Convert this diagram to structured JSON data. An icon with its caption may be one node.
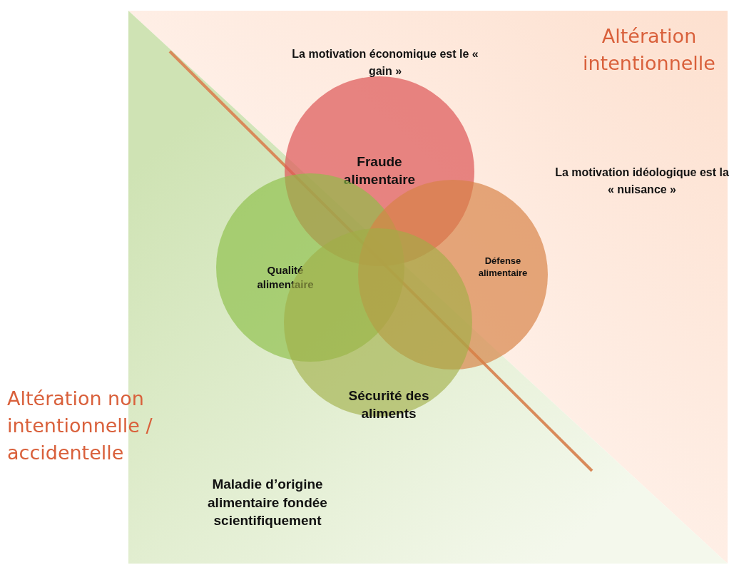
{
  "diagram": {
    "nodes": [
      {
        "text": [
          "Fraude alimentaire"
        ]
      },
      {
        "text": [
          "Qualité alimentaire"
        ]
      },
      {
        "text": [
          "Défense alimentaire"
        ]
      },
      {
        "text": [
          "Sécurité des aliments"
        ]
      }
    ],
    "labels": [
      "Altération intentionnelle",
      "La motivation économique est le « gain »",
      "La motivation idéologique est la « nuisance »",
      "Altération non intentionnelle / accidentelle",
      "Maladie d’origine alimentaire fondée scientifiquement"
    ]
  }
}
